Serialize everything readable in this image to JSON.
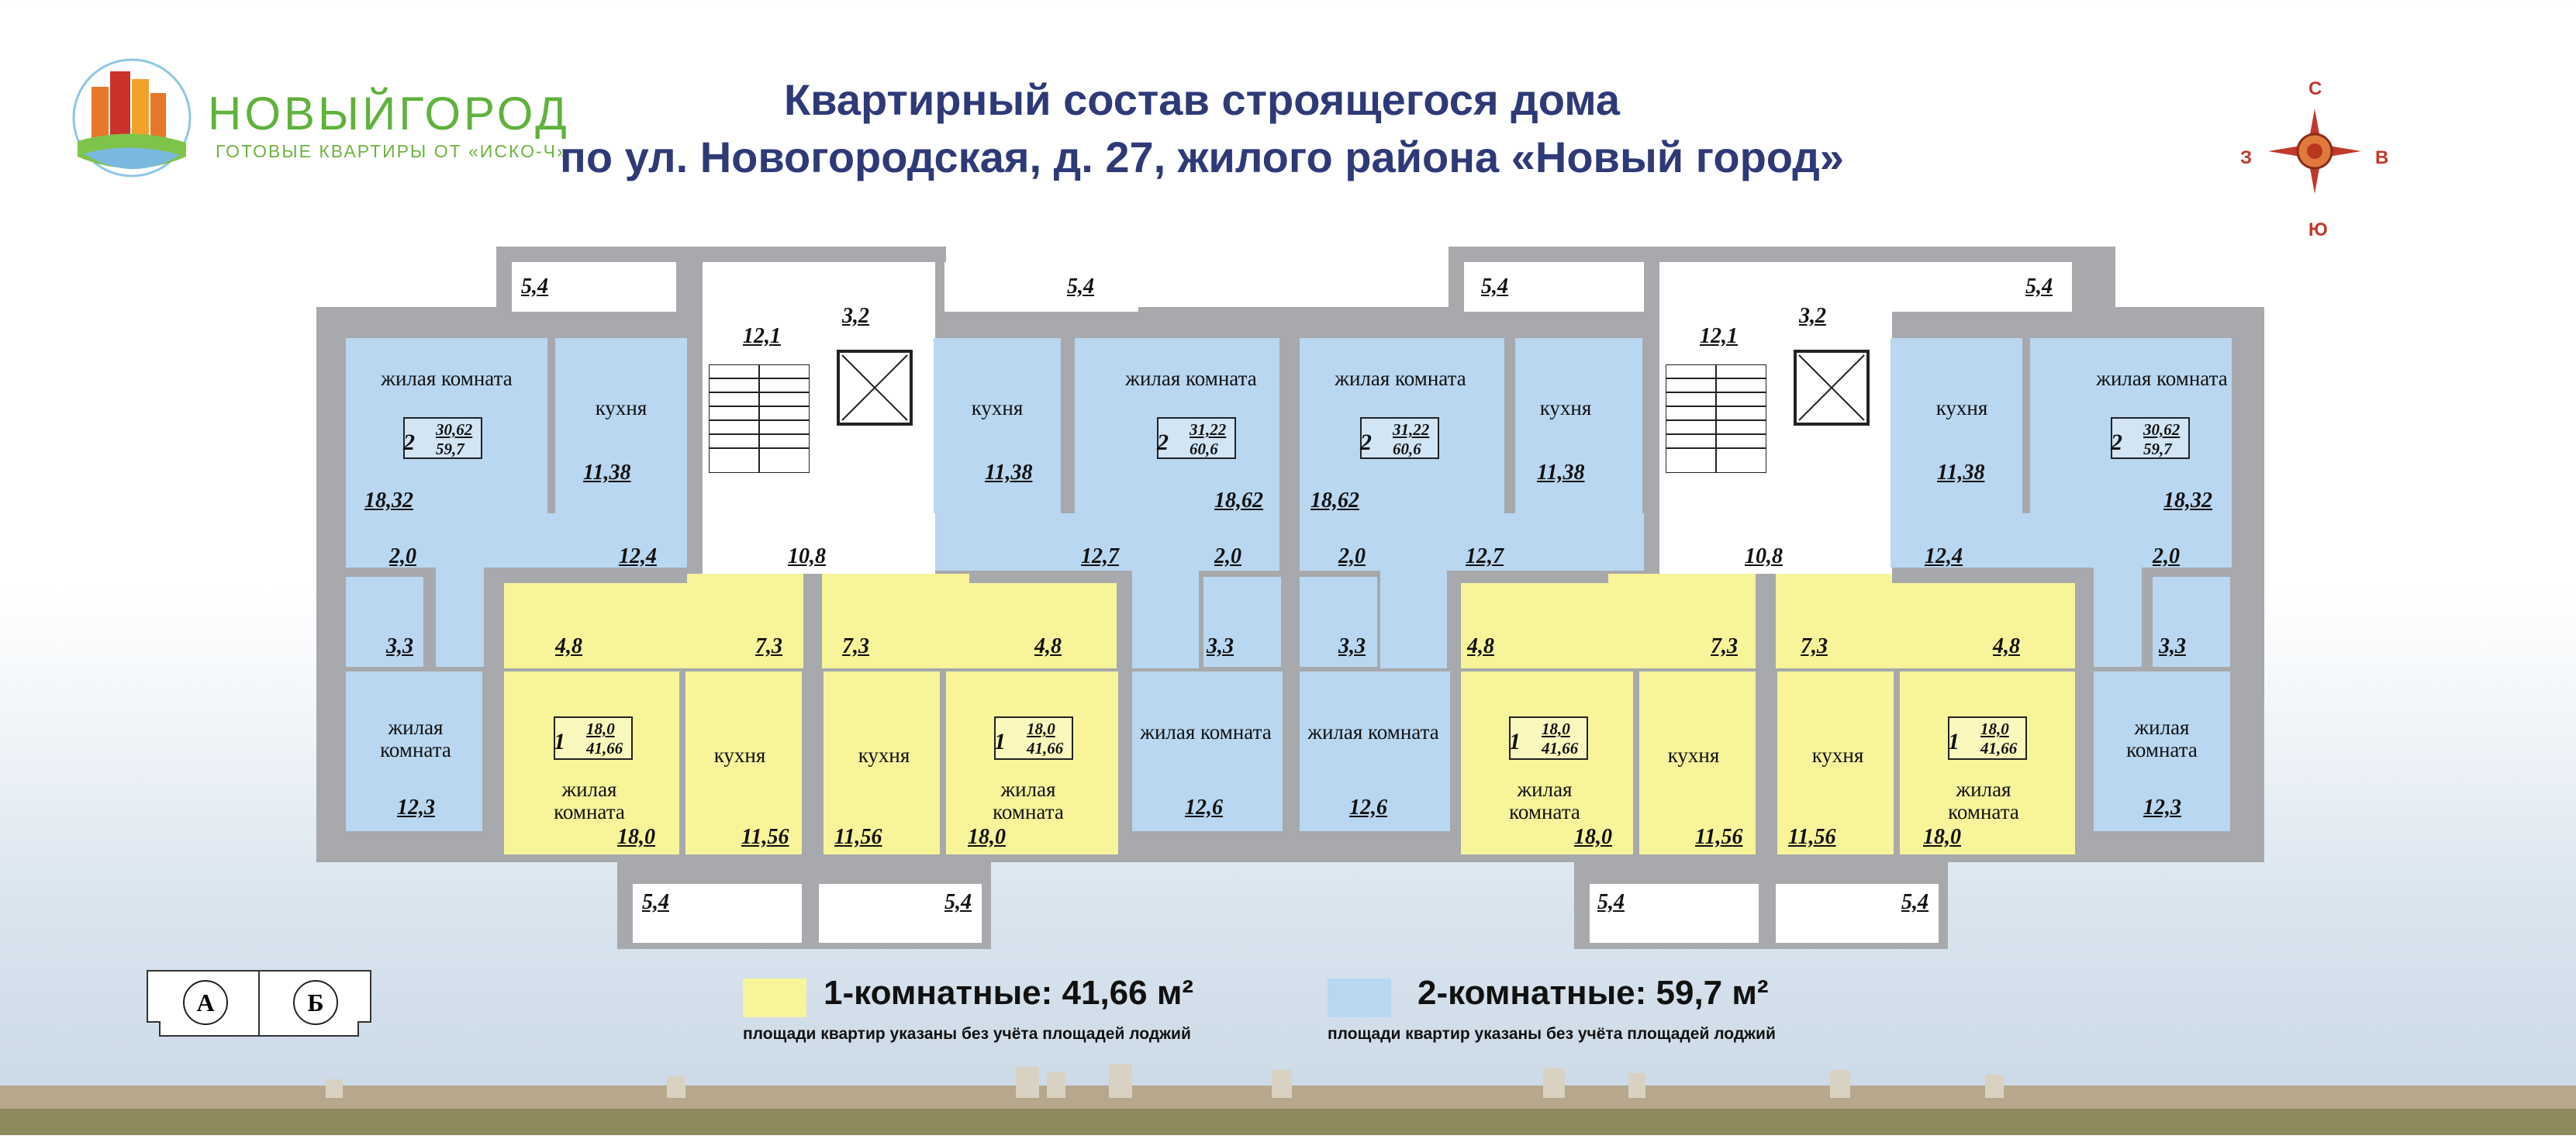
{
  "logo": {
    "name": "НОВЫЙГОРОД",
    "subtitle": "ГОТОВЫЕ КВАРТИРЫ ОТ «ИСКО-Ч»"
  },
  "title": {
    "line1": "Квартирный состав строящегося дома",
    "line2": "по ул. Новогородская, д. 27, жилого района «Новый город»"
  },
  "compass": {
    "north": "С",
    "south": "Ю",
    "west": "З",
    "east": "В"
  },
  "rooms": {
    "living": "жилая комната",
    "kitchen": "кухня"
  },
  "legend": {
    "one_room": "1-комнатные: 41,66 м²",
    "two_room": "2-комнатные: 59,7 м²",
    "note": "площади квартир указаны без учёта площадей лоджий",
    "colors": {
      "one_room": "#f8f49a",
      "two_room": "#b9d7f0"
    }
  },
  "sections": {
    "a": "А",
    "b": "Б"
  },
  "codes": [
    {
      "n": "2",
      "a": "30,62",
      "t": "59,7"
    },
    {
      "n": "2",
      "a": "31,22",
      "t": "60,6"
    },
    {
      "n": "1",
      "a": "18,0",
      "t": "41,66"
    }
  ],
  "areas": {
    "loggia": "5,4",
    "stair": "12,1",
    "lift": "3,2",
    "corridor": "10,8",
    "k1": "11,38",
    "l1": "18,32",
    "l2": "18,62",
    "h1": "12,4",
    "h2": "12,7",
    "wc": "2,0",
    "bath": "3,3",
    "lb1": "12,3",
    "lb2": "12,6",
    "b1": "4,8",
    "hy": "7,3",
    "ly": "18,0",
    "ky": "11,56"
  }
}
